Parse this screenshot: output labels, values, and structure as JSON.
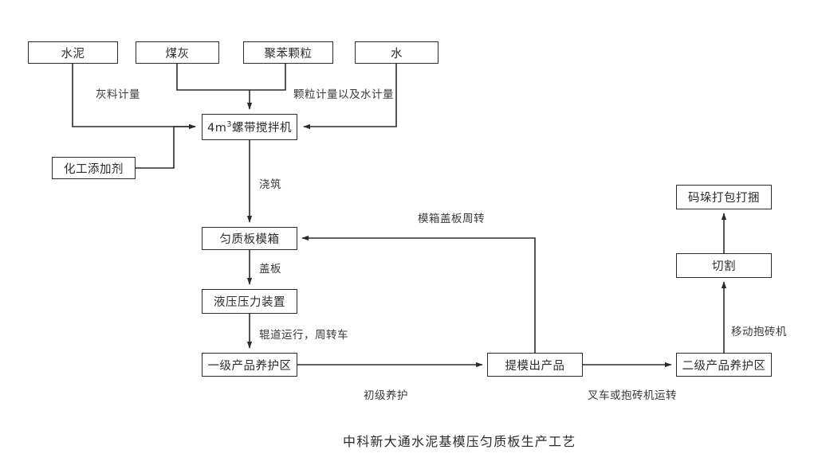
{
  "diagram": {
    "caption": "中科新大通水泥基模压匀质板生产工艺",
    "nodes": {
      "cement": "水泥",
      "fly_ash": "煤灰",
      "eps_beads": "聚苯颗粒",
      "water": "水",
      "mixer_prefix": "4m",
      "mixer_sup": "3",
      "mixer_suffix": "螺带搅拌机",
      "chem_additive": "化工添加剂",
      "mold_box": "匀质板模箱",
      "hydraulic_press": "液压压力装置",
      "primary_curing": "一级产品养护区",
      "demold_product": "提模出产品",
      "secondary_curing": "二级产品养护区",
      "cutting": "切割",
      "stacking_packing": "码垛打包打捆"
    },
    "edge_labels": {
      "ash_metering": "灰料计量",
      "bead_water_metering": "颗粒计量以及水计量",
      "pouring": "浇筑",
      "cover_plate": "盖板",
      "roller_transfer": "辊道运行，周转车",
      "mold_cover_recycle": "模箱盖板周转",
      "primary_cure": "初级养护",
      "forklift_transfer": "叉车或抱砖机运转",
      "mobile_brick_clamp": "移动抱砖机"
    },
    "colors": {
      "stroke": "#2b2b2b",
      "background": "#ffffff",
      "label_text": "#3a3a3a"
    }
  }
}
